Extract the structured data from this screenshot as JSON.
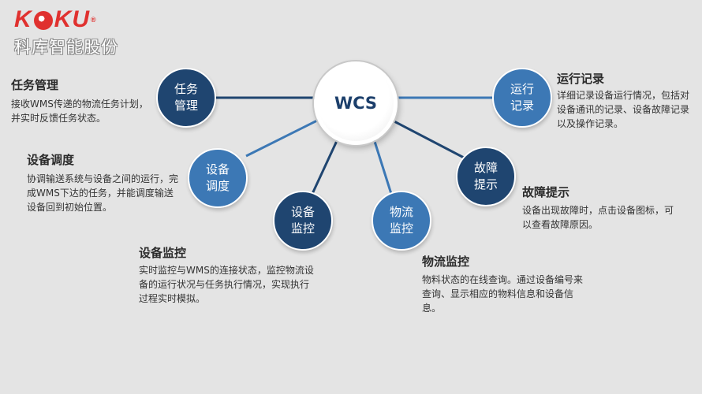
{
  "logo": {
    "mark_left": "K",
    "mark_right": "KU",
    "registered": "®",
    "company_name": "科库智能股份"
  },
  "hub": {
    "label": "WCS"
  },
  "modules": [
    {
      "id": "task",
      "node_label": "任务\n管理",
      "title": "任务管理",
      "description": "接收WMS传递的物流任务计划，并实时反馈任务状态。"
    },
    {
      "id": "dispatch",
      "node_label": "设备\n调度",
      "title": "设备调度",
      "description": "协调输送系统与设备之间的运行，完成WMS下达的任务，并能调度输送设备回到初始位置。"
    },
    {
      "id": "equip-monitor",
      "node_label": "设备\n监控",
      "title": "设备监控",
      "description": "实时监控与WMS的连接状态，监控物流设备的运行状况与任务执行情况，实现执行过程实时模拟。"
    },
    {
      "id": "logistics-monitor",
      "node_label": "物流\n监控",
      "title": "物流监控",
      "description": "物料状态的在线查询。通过设备编号来查询、显示相应的物料信息和设备信息。"
    },
    {
      "id": "fault",
      "node_label": "故障\n提示",
      "title": "故障提示",
      "description": "设备出现故障时，点击设备图标，可以查看故障原因。"
    },
    {
      "id": "log",
      "node_label": "运行\n记录",
      "title": "运行记录",
      "description": "详细记录设备运行情况，包括对设备通讯的记录、设备故障记录以及操作记录。"
    }
  ],
  "colors": {
    "dark_node": "#1f4570",
    "light_node": "#3c78b5",
    "background": "#e4e4e4"
  }
}
